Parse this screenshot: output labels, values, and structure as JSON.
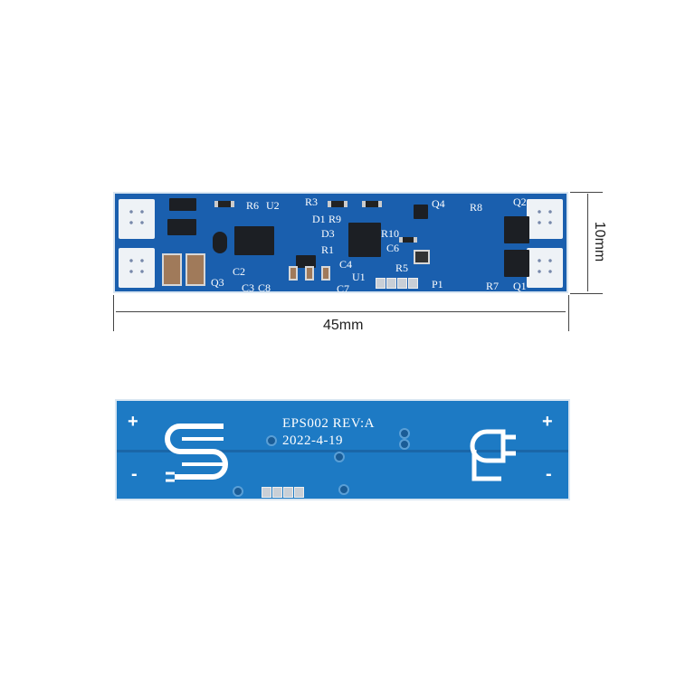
{
  "top_board": {
    "silkscreen": [
      "R6",
      "U2",
      "R3",
      "D1",
      "R9",
      "D3",
      "R1",
      "Q4",
      "R8",
      "Q2",
      "R10",
      "C6",
      "R5",
      "C2",
      "C4",
      "U1",
      "Q3",
      "C3",
      "C8",
      "C7",
      "P1",
      "R7",
      "Q1"
    ]
  },
  "bottom_board": {
    "model_text": "EPS002  REV:A",
    "date_text": "2022-4-19",
    "plus_label": "+",
    "minus_label": "-"
  },
  "dimensions": {
    "width_label": "45mm",
    "height_label": "10mm"
  },
  "colors": {
    "pcb_top": "#1a5fae",
    "pcb_bottom": "#1d7ac4"
  }
}
